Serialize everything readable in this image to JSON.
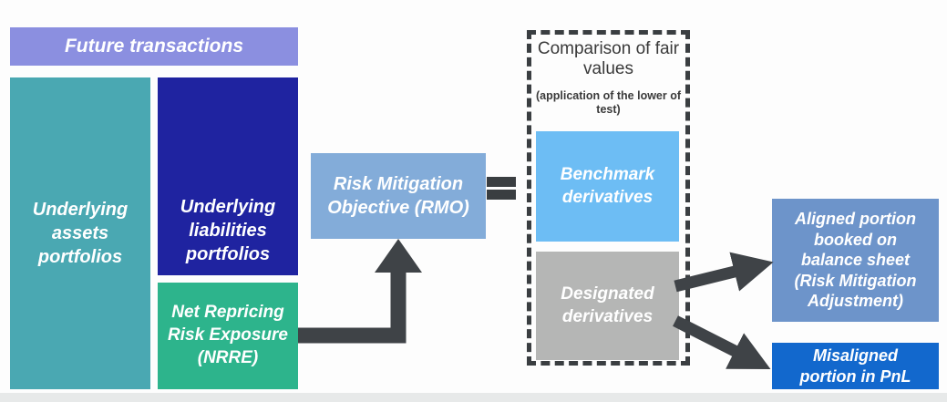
{
  "diagram": {
    "nodes": {
      "future_transactions": {
        "label": "Future transactions",
        "color": "#8b8fe0"
      },
      "underlying_assets": {
        "label": "Underlying assets portfolios",
        "color": "#4aa8b2"
      },
      "underlying_liabilities": {
        "label": "Underlying liabilities portfolios",
        "color": "#1f23a0"
      },
      "nrre": {
        "label": "Net Repricing Risk Exposure (NRRE)",
        "color": "#2db48c"
      },
      "rmo": {
        "label": "Risk Mitigation Objective (RMO)",
        "color": "#83acd9"
      },
      "benchmark": {
        "label": "Benchmark derivatives",
        "color": "#6dbdf4"
      },
      "designated": {
        "label": "Designated derivatives",
        "color": "#b5b6b5"
      },
      "aligned": {
        "label": "Aligned portion booked on balance sheet (Risk Mitigation Adjustment)",
        "color": "#6d94ca"
      },
      "misaligned": {
        "label": "Misaligned portion in PnL",
        "color": "#1268cd"
      }
    },
    "comparison_group": {
      "title": "Comparison of fair values",
      "subtitle": "(application of the lower of test)"
    },
    "connectors": {
      "equals_symbol": "=",
      "arrow_color": "#3f4347",
      "dashed_border_color": "#3a3e41"
    }
  }
}
